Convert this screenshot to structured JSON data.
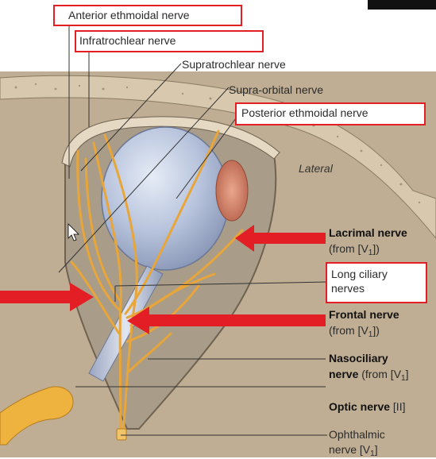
{
  "labels": {
    "anterior_ethmoidal": "Anterior ethmoidal nerve",
    "infratrochlear": "Infratrochlear nerve",
    "supratrochlear": "Supratrochlear nerve",
    "supra_orbital": "Supra-orbital nerve",
    "posterior_ethmoidal": "Posterior ethmoidal nerve",
    "lateral": "Lateral",
    "lacrimal": {
      "name": "Lacrimal nerve",
      "from_prefix": "(from [V",
      "from_sub": "1",
      "from_suffix": "])"
    },
    "long_ciliary": {
      "line1": "Long ciliary",
      "line2": "nerves"
    },
    "frontal": {
      "name": "Frontal nerve",
      "from_prefix": "(from [V",
      "from_sub": "1",
      "from_suffix": "])"
    },
    "nasociliary": {
      "line1": "Nasociliary",
      "line2_prefix": "nerve",
      "from_prefix": " (from [V",
      "from_sub": "1",
      "from_suffix": "]"
    },
    "optic": {
      "name": "Optic nerve",
      "suffix": " [II]"
    },
    "ophthalmic": {
      "line1": "Ophthalmic",
      "line2_prefix": "nerve [V",
      "line2_sub": "1",
      "line2_suffix": "]"
    }
  },
  "colors": {
    "highlight_box": "#e31e24",
    "arrow": "#e31e24",
    "nerve": "#e8a63a",
    "bone": "#c9b79c",
    "orbit_fill": "#a79a86",
    "eyeball": "#b7c3dc"
  },
  "icons": [
    "mouse-cursor-icon"
  ]
}
